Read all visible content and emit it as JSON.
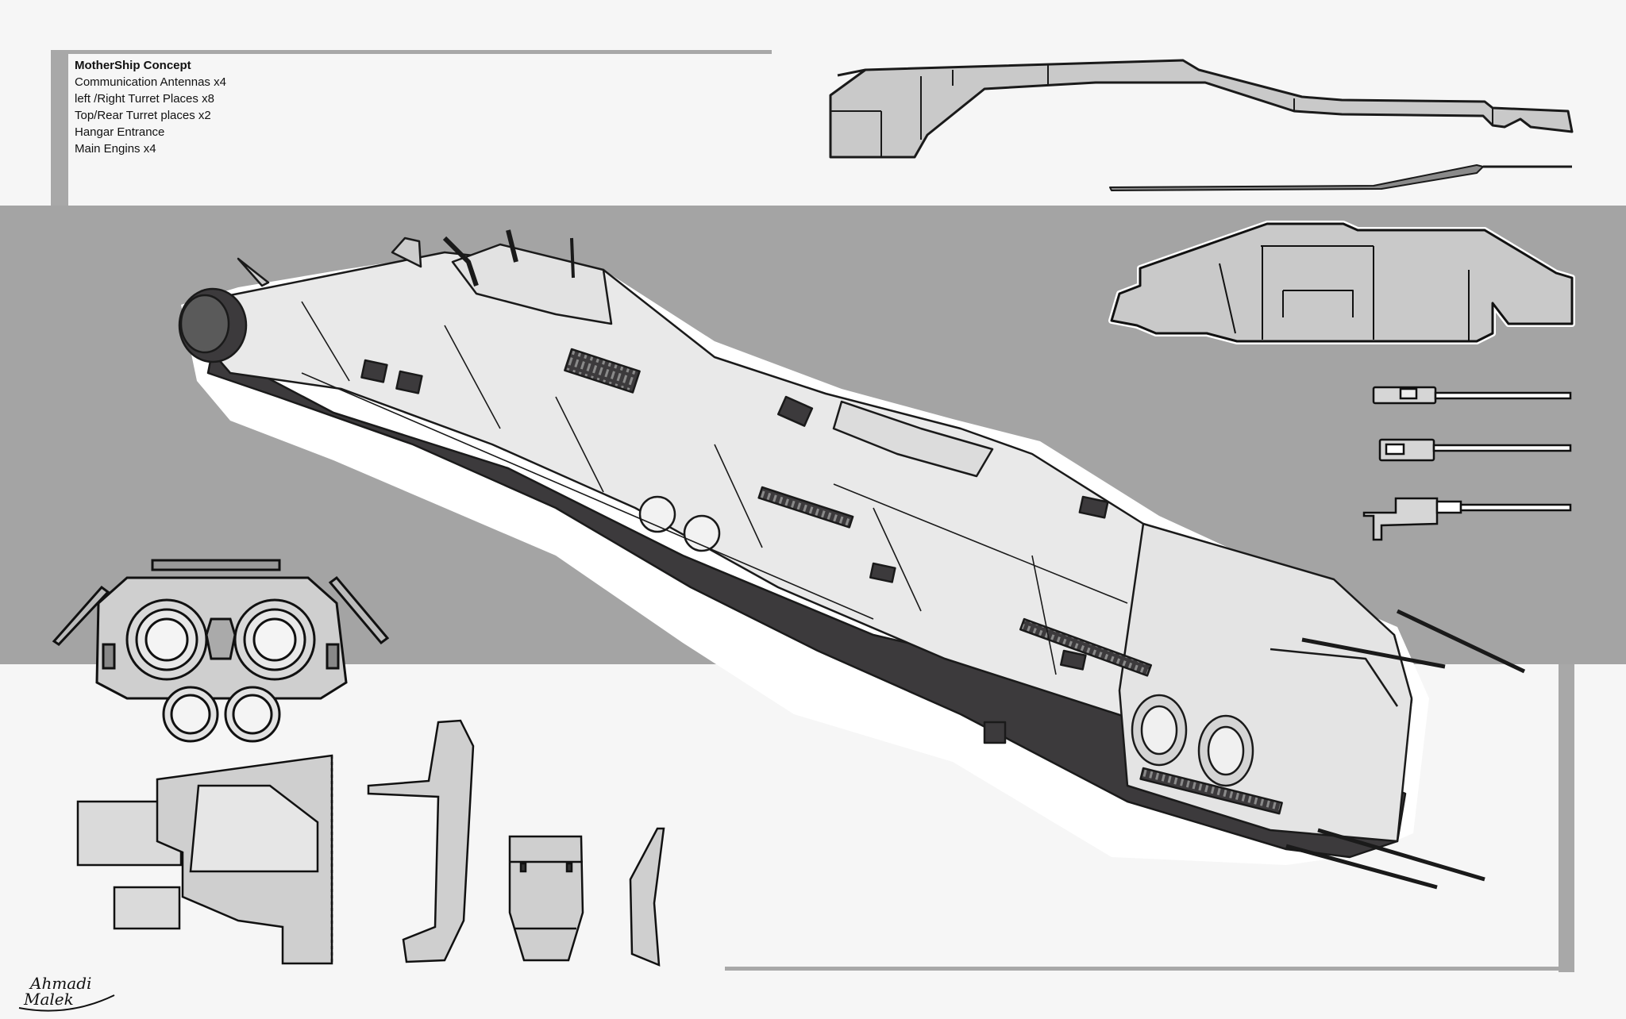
{
  "info": {
    "title": "MotherShip Concept",
    "items": [
      "Communication Antennas x4",
      "left /Right Turret Places x8",
      "Top/Rear Turret places x2",
      "Hangar Entrance",
      "Main Engins x4"
    ]
  },
  "signature": {
    "line1": "Ahmadi",
    "line2": "Malek"
  },
  "colors": {
    "background": "#f6f6f6",
    "band": "#a4a4a4",
    "hull": "#e9e9e9",
    "panel_dark": "#3c3a3c",
    "outline": "#1a1a1a"
  }
}
